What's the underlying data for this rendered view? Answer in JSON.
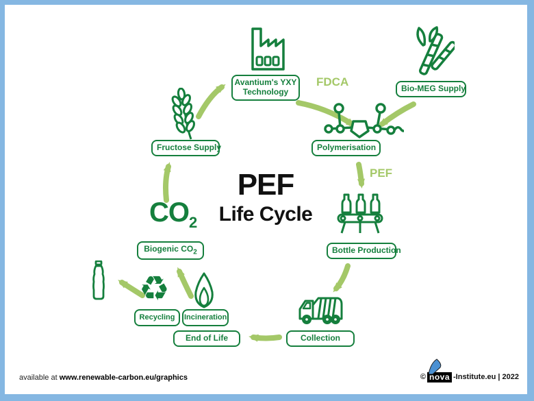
{
  "colors": {
    "dark_green": "#157f3d",
    "light_green": "#a4c868",
    "frame_blue": "#85b7e2",
    "logo_blue": "#4a90d2",
    "title_black": "#111111"
  },
  "title": {
    "line1": "PEF",
    "line2": "Life Cycle"
  },
  "stations": {
    "fructose_supply": {
      "label": "Fructose Supply"
    },
    "avantium": {
      "label_line1": "Avantium's YXY",
      "label_line2": "Technology"
    },
    "bio_meg": {
      "label": "Bio-MEG Supply"
    },
    "polymerisation": {
      "label": "Polymerisation"
    },
    "bottle_production": {
      "label": "Bottle Production"
    },
    "collection": {
      "label": "Collection"
    },
    "end_of_life": {
      "label": "End of Life"
    },
    "incineration": {
      "label": "Incineration"
    },
    "recycling": {
      "label": "Recycling"
    },
    "biogenic_co2": {
      "label": "Biogenic CO",
      "sub": "2"
    }
  },
  "flow_labels": {
    "fdca": "FDCA",
    "pef": "PEF"
  },
  "co2": {
    "main": "CO",
    "sub": "2"
  },
  "icons": {
    "recycle_glyph": "♻"
  },
  "footer": {
    "available_prefix": "available at ",
    "url": "www.renewable-carbon.eu/graphics",
    "copyright": "©",
    "logo_text": "nova",
    "suffix": "-Institute.eu | 2022"
  }
}
